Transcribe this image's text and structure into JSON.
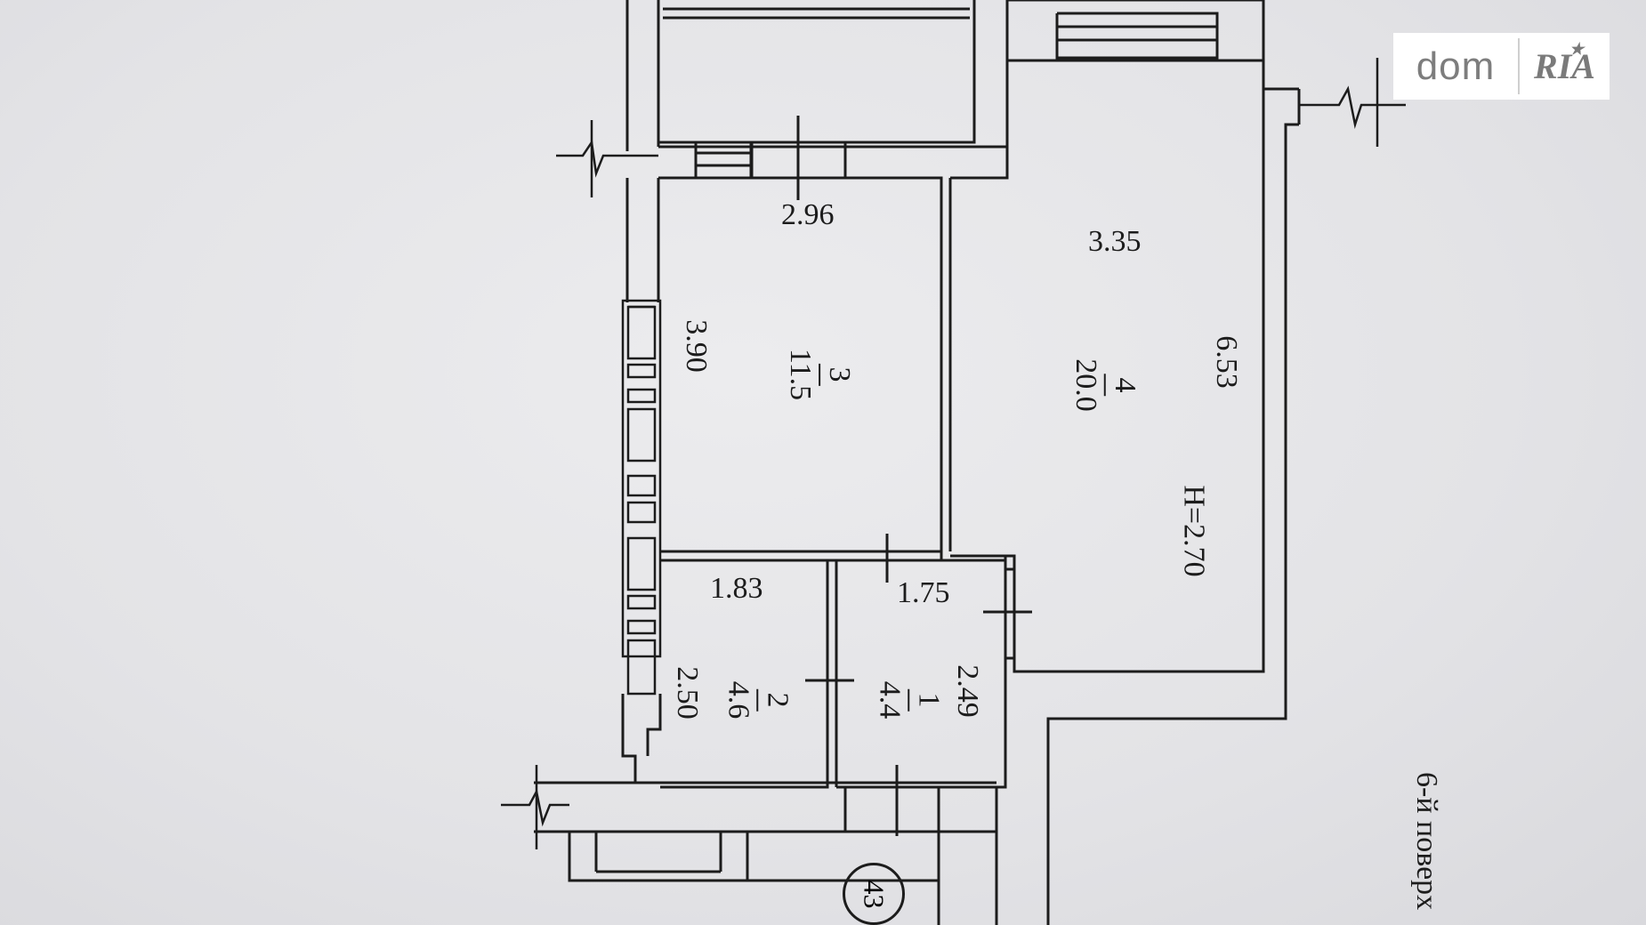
{
  "plan": {
    "rooms": [
      {
        "number": "1",
        "area": "4.4"
      },
      {
        "number": "2",
        "area": "4.6"
      },
      {
        "number": "3",
        "area": "11.5"
      },
      {
        "number": "4",
        "area": "20.0"
      }
    ],
    "dimensions": {
      "d296": "2.96",
      "d335": "3.35",
      "d390": "3.90",
      "d653": "6.53",
      "d183": "1.83",
      "d175": "1.75",
      "d250": "2.50",
      "d249": "2.49"
    },
    "ceiling_height": "H=2.70",
    "floor_label": "6-й поверх",
    "unit_number": "43"
  },
  "colors": {
    "line": "#1c1c1c",
    "paper": "#e6e6e8"
  },
  "watermark": {
    "left": "dom",
    "right": "RIA"
  }
}
